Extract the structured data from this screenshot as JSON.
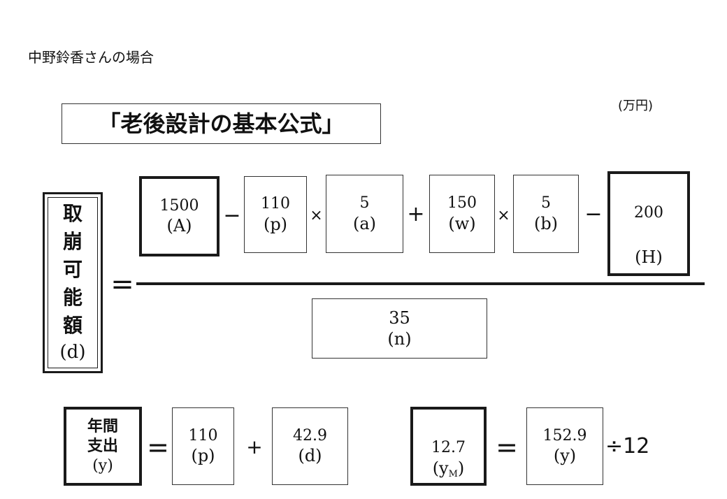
{
  "header": {
    "case_title": "中野鈴香さんの場合",
    "unit": "(万円)"
  },
  "formula_title": "「老後設計の基本公式」",
  "left_label": {
    "chars": [
      "取",
      "崩",
      "可",
      "能",
      "額"
    ],
    "symbol": "(d)"
  },
  "equals": "=",
  "numerator": {
    "A": {
      "value": "1500",
      "symbol": "(A)"
    },
    "p": {
      "value": "110",
      "symbol": "(p)"
    },
    "a": {
      "value": "5",
      "symbol": "(a)"
    },
    "w": {
      "value": "150",
      "symbol": "(w)"
    },
    "b": {
      "value": "5",
      "symbol": "(b)"
    },
    "H": {
      "value": "200",
      "symbol": "(H)"
    },
    "op_minus": "−",
    "op_times": "×",
    "op_plus": "+"
  },
  "denominator": {
    "value": "35",
    "symbol": "(n)"
  },
  "annual": {
    "label_line1": "年間",
    "label_line2": "支出",
    "label_symbol": "(y)",
    "p_value": "110",
    "p_symbol": "(p)",
    "plus": "+",
    "d_value": "42.9",
    "d_symbol": "(d)"
  },
  "monthly": {
    "value": "12.7",
    "symbol_main": "(y",
    "symbol_sub": "M",
    "symbol_close": ")",
    "y_value": "152.9",
    "y_symbol": "(y)",
    "divide": "÷12"
  }
}
